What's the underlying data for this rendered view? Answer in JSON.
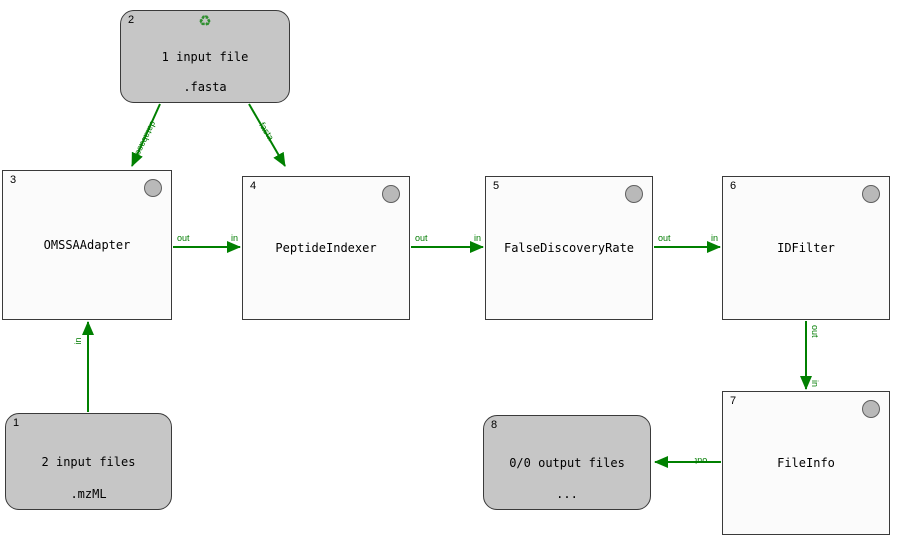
{
  "diagram": {
    "nodes": {
      "input_fasta": {
        "id": "2",
        "title": "1 input file",
        "subtitle": ".fasta"
      },
      "omssa_adapter": {
        "id": "3",
        "label": "OMSSAAdapter"
      },
      "peptide_indexer": {
        "id": "4",
        "label": "PeptideIndexer"
      },
      "false_discovery_rate": {
        "id": "5",
        "label": "FalseDiscoveryRate"
      },
      "id_filter": {
        "id": "6",
        "label": "IDFilter"
      },
      "input_mzml": {
        "id": "1",
        "title": "2 input files",
        "subtitle": ".mzML"
      },
      "file_info": {
        "id": "7",
        "label": "FileInfo"
      },
      "output_files": {
        "id": "8",
        "title": "0/0 output files",
        "subtitle": "..."
      }
    },
    "edges": {
      "fasta_to_omssa": {
        "label": "database"
      },
      "fasta_to_indexer": {
        "label": "fasta"
      },
      "omssa_to_indexer": {
        "out": "out",
        "in": "in"
      },
      "indexer_to_fdr": {
        "out": "out",
        "in": "in"
      },
      "fdr_to_idfilter": {
        "out": "out",
        "in": "in"
      },
      "idfilter_to_fileinfo": {
        "out": "out",
        "in": "in"
      },
      "mzml_to_omssa": {
        "in": "in"
      },
      "fileinfo_to_output": {
        "out": "out"
      }
    },
    "icons": {
      "recycle": "♻"
    },
    "colors": {
      "edge": "#008000",
      "tool_fill": "#fbfbfb",
      "io_fill": "#c6c6c6",
      "status_circle": "#b9b9b9"
    }
  }
}
